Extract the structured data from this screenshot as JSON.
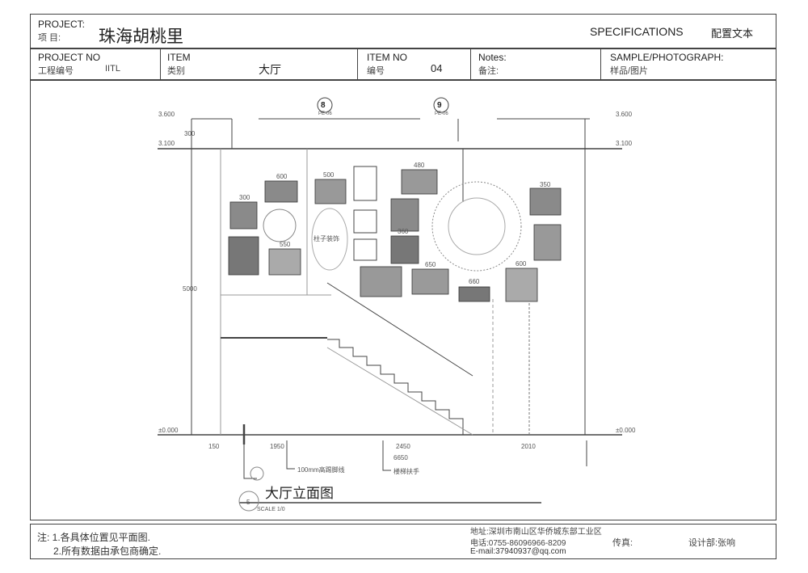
{
  "header": {
    "project_label": "PROJECT:",
    "project_cn_label": "项    目:",
    "project_name": "珠海胡桃里",
    "spec_label": "SPECIFICATIONS",
    "spec_cn": "配置文本",
    "project_no_label": "PROJECT NO",
    "project_no_cn": "工程编号",
    "project_no_value": "IITL",
    "item_label": "ITEM",
    "item_cn": "类别",
    "item_value": "大厅",
    "item_no_label": "ITEM NO",
    "item_no_cn": "编号",
    "item_no_value": "04",
    "notes_label": "Notes:",
    "notes_cn": "备注:",
    "sample_label": "SAMPLE/PHOTOGRAPH:",
    "sample_cn": "样品/图片"
  },
  "drawing": {
    "title": "大厅立面图",
    "title_ref": "5",
    "scale": "SCALE 1/0",
    "callouts": [
      {
        "num": "8",
        "sheet": "PE-06"
      },
      {
        "num": "9",
        "sheet": "PE-06"
      }
    ],
    "levels": {
      "top": "3.600",
      "mid": "3.100",
      "base": "±0.000"
    },
    "dims_bottom": [
      "150",
      "1950",
      "2450",
      "2010"
    ],
    "dim_total": "6650",
    "dims_photo": [
      "600",
      "300",
      "500",
      "550",
      "480",
      "360",
      "650",
      "660",
      "600",
      "350"
    ],
    "left_dims": [
      "300",
      "5000"
    ],
    "notes_bottom": [
      "100mm高踢脚线",
      "楼梯扶手"
    ],
    "center_label": "柱子装饰"
  },
  "footer": {
    "note1": "注: 1.各具体位置见平面图.",
    "note2": "2.所有数据由承包商确定.",
    "address": "地址:深圳市南山区华侨城东部工业区",
    "phone": "电话:0755-86096966-8209",
    "email": "E-mail:37940937@qq.com",
    "fax": "传真:",
    "designer": "设计部:张响"
  }
}
